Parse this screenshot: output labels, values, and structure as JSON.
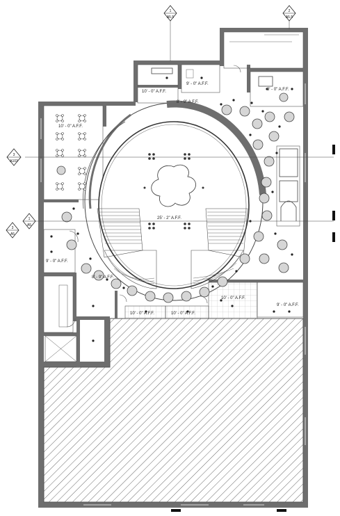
{
  "grid_markers": [
    {
      "id": "gm-1",
      "num": "1",
      "sheet": "A5.5"
    },
    {
      "id": "gm-2",
      "num": "2",
      "sheet": "A5.5"
    }
  ],
  "section_markers": [
    {
      "id": "sm-1",
      "num": "3",
      "sheet": "A103"
    },
    {
      "id": "sm-2",
      "num": "1",
      "sheet": "A5"
    },
    {
      "id": "sm-3",
      "num": "3",
      "sheet": "A5"
    }
  ],
  "ceiling_labels": [
    "10' - 0\" A.F.F.",
    "9' - 0\" A.F.F.",
    "9' - 0\" A.F.F.",
    "8' - 9\" A.F.F.",
    "10' - 0\" A.F.F.",
    "25' - 2\" A.F.F.",
    "9' - 0\" A.F.F.",
    "8' - 9\" A.F.F.",
    "10' - 0\" A.F.F.",
    "10' - 0\" A.F.F.",
    "10' - 0\" A.F.F.",
    "9' - 0\" A.F.F."
  ],
  "colors": {
    "wall": "#6e6e6e",
    "line": "#555555",
    "hatch": "#6a6a6a",
    "table": "#d6d6d6"
  }
}
